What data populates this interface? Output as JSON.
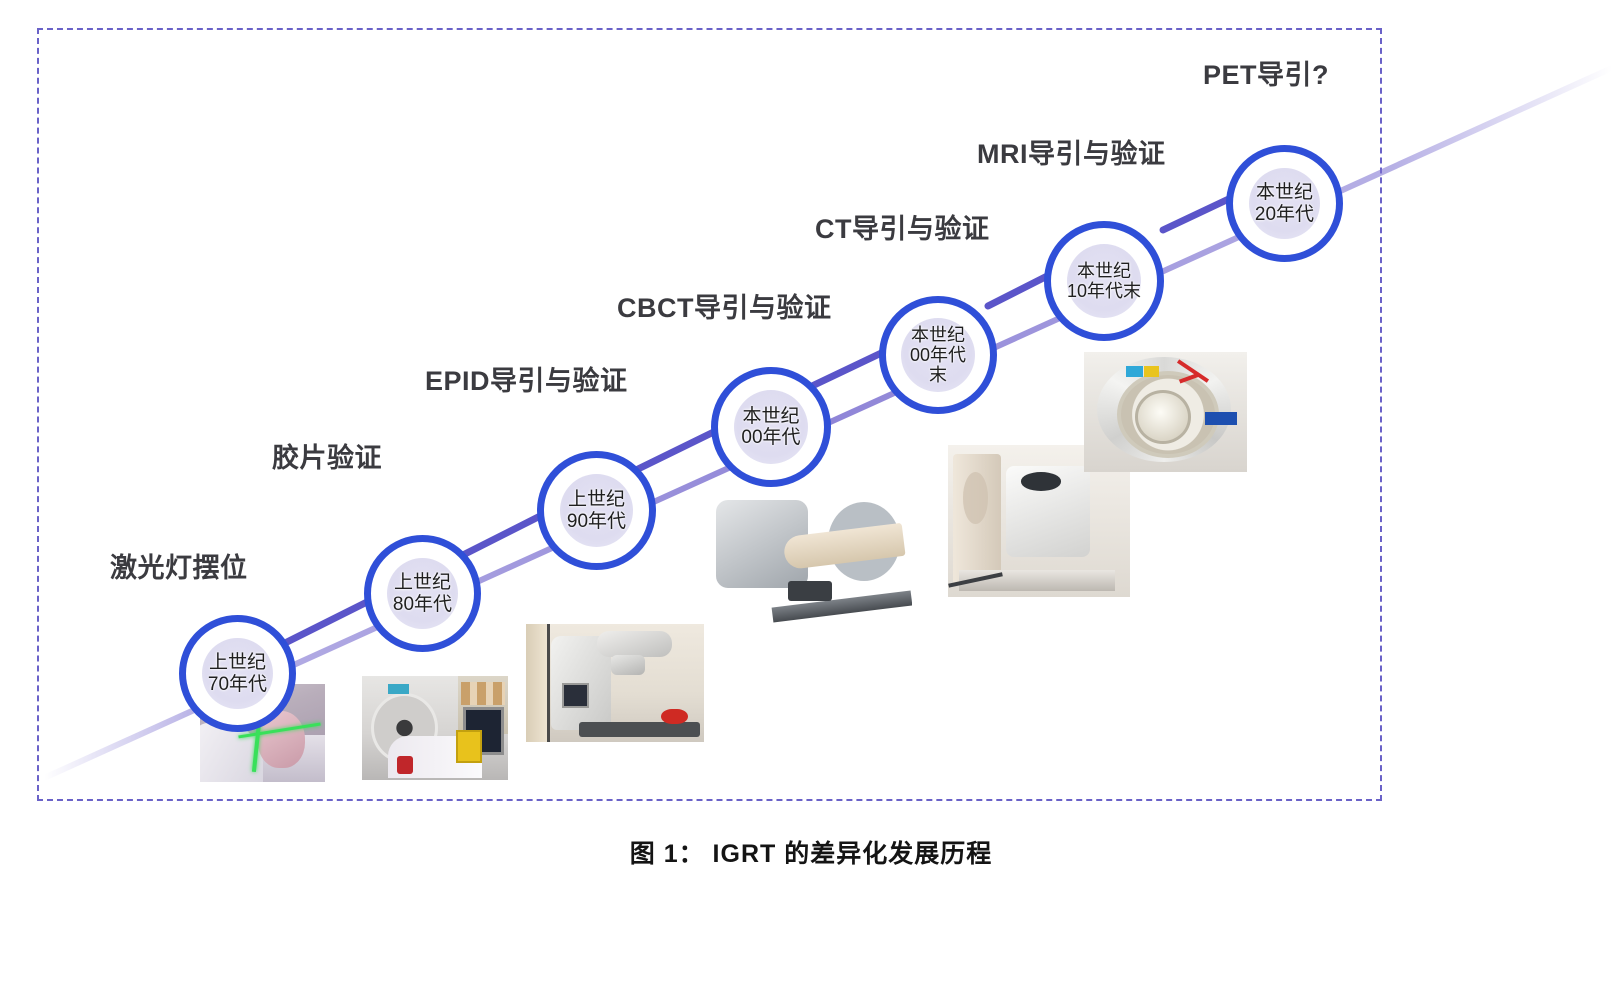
{
  "figure": {
    "caption": "图 1： IGRT 的差异化发展历程",
    "frame_border_color": "#6a62c8",
    "accent_color": "#2f4fd8",
    "trend_line_color": "#7b6fd0",
    "heading_color": "#3b3b40"
  },
  "timeline": {
    "stage_labels": [
      {
        "id": "laser-positioning",
        "text": "激光灯摆位",
        "font_size": 27
      },
      {
        "id": "film-verification",
        "text": "胶片验证",
        "font_size": 27
      },
      {
        "id": "epid-guidance",
        "text": "EPID导引与验证",
        "font_size": 27
      },
      {
        "id": "cbct-guidance",
        "text": "CBCT导引与验证",
        "font_size": 27
      },
      {
        "id": "ct-guidance",
        "text": "CT导引与验证",
        "font_size": 27
      },
      {
        "id": "mri-guidance",
        "text": "MRI导引与验证",
        "font_size": 27
      },
      {
        "id": "pet-guidance",
        "text": "PET导引?",
        "font_size": 27
      }
    ],
    "nodes": [
      {
        "id": "era-1970s",
        "label": "上世纪\n70年代",
        "font_size": 19
      },
      {
        "id": "era-1980s",
        "label": "上世纪\n80年代",
        "font_size": 19
      },
      {
        "id": "era-1990s",
        "label": "上世纪\n90年代",
        "font_size": 19
      },
      {
        "id": "era-2000s",
        "label": "本世纪\n00年代",
        "font_size": 19
      },
      {
        "id": "era-late-2000s",
        "label": "本世纪\n00年代\n末",
        "font_size": 19
      },
      {
        "id": "era-late-2010s",
        "label": "本世纪\n10年代末",
        "font_size": 19
      },
      {
        "id": "era-2020s",
        "label": "本世纪\n20年代",
        "font_size": 19
      }
    ],
    "photos": [
      {
        "id": "photo-laser-positioning",
        "alt": "患者激光灯摆位照片"
      },
      {
        "id": "photo-ct-simulator",
        "alt": "CT 模拟定位照片"
      },
      {
        "id": "photo-linac-room",
        "alt": "直线加速器治疗室照片"
      },
      {
        "id": "photo-tomotherapy",
        "alt": "断层治疗机与治疗床照片"
      },
      {
        "id": "photo-ct-on-rails",
        "alt": "滑轨 CT 导引设备照片"
      },
      {
        "id": "photo-mr-linac",
        "alt": "MR 引导加速器机架照片"
      }
    ]
  }
}
